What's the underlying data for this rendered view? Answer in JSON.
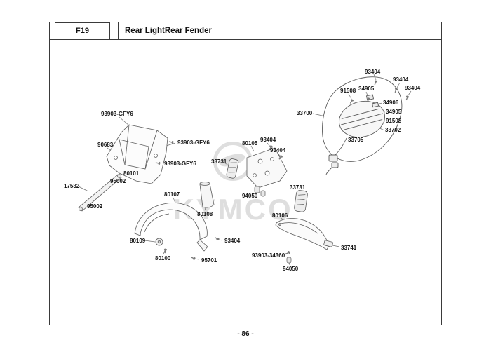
{
  "header": {
    "code": "F19",
    "title": "Rear LightRear Fender"
  },
  "footer": {
    "page_number": "- 86 -"
  },
  "watermark": {
    "text": "KYMCO"
  },
  "diagram": {
    "labels": [
      {
        "part": "93903-GFY6"
      },
      {
        "part": "90683"
      },
      {
        "part": "93903-GFY6"
      },
      {
        "part": "93903-GFY6"
      },
      {
        "part": "80101"
      },
      {
        "part": "95002"
      },
      {
        "part": "17532"
      },
      {
        "part": "95002"
      },
      {
        "part": "80107"
      },
      {
        "part": "80108"
      },
      {
        "part": "80109"
      },
      {
        "part": "80100"
      },
      {
        "part": "95701"
      },
      {
        "part": "93404"
      },
      {
        "part": "33731"
      },
      {
        "part": "80105"
      },
      {
        "part": "93404"
      },
      {
        "part": "93404"
      },
      {
        "part": "94050"
      },
      {
        "part": "33731"
      },
      {
        "part": "80106"
      },
      {
        "part": "93903-34360"
      },
      {
        "part": "94050"
      },
      {
        "part": "33741"
      },
      {
        "part": "33700"
      },
      {
        "part": "93404"
      },
      {
        "part": "93404"
      },
      {
        "part": "91508"
      },
      {
        "part": "34905"
      },
      {
        "part": "93404"
      },
      {
        "part": "34906"
      },
      {
        "part": "34905"
      },
      {
        "part": "91508"
      },
      {
        "part": "33702"
      },
      {
        "part": "33705"
      }
    ]
  }
}
